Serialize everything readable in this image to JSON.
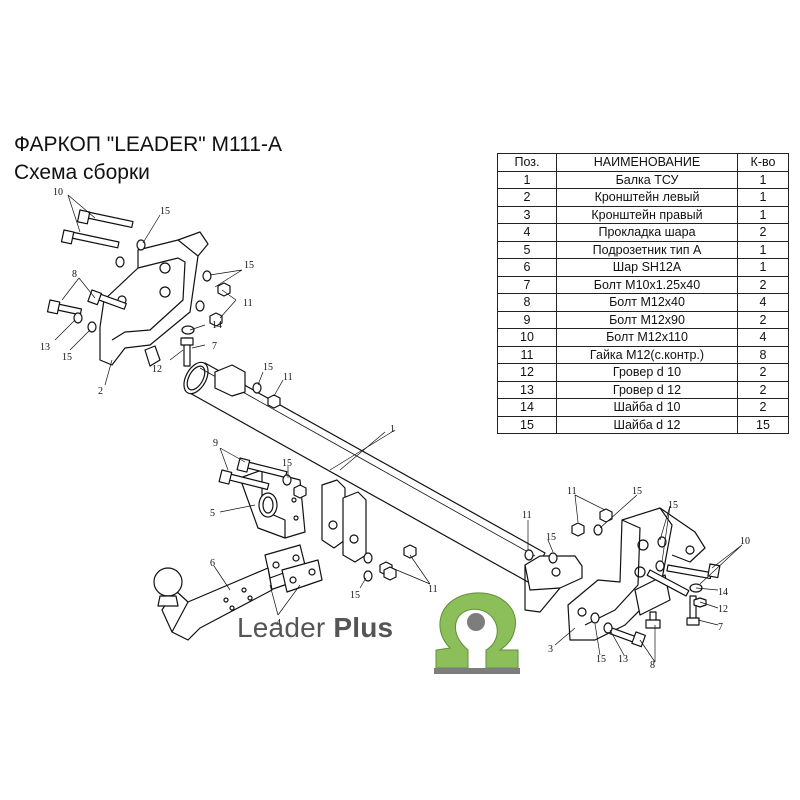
{
  "title": "ФАРКОП \"LEADER\" M111-A",
  "subtitle": "Схема сборки",
  "table": {
    "headers": {
      "pos": "Поз.",
      "name": "НАИМЕНОВАНИЕ",
      "qty": "К-во"
    },
    "rows": [
      {
        "pos": "1",
        "name": "Балка ТСУ",
        "qty": "1"
      },
      {
        "pos": "2",
        "name": "Кронштейн левый",
        "qty": "1"
      },
      {
        "pos": "3",
        "name": "Кронштейн правый",
        "qty": "1"
      },
      {
        "pos": "4",
        "name": "Прокладка шара",
        "qty": "2"
      },
      {
        "pos": "5",
        "name": "Подрозетник тип А",
        "qty": "1"
      },
      {
        "pos": "6",
        "name": "Шар SH12A",
        "qty": "1"
      },
      {
        "pos": "7",
        "name": "Болт М10х1.25х40",
        "qty": "2"
      },
      {
        "pos": "8",
        "name": "Болт М12х40",
        "qty": "4"
      },
      {
        "pos": "9",
        "name": "Болт М12х90",
        "qty": "2"
      },
      {
        "pos": "10",
        "name": "Болт М12х110",
        "qty": "4"
      },
      {
        "pos": "11",
        "name": "Гайка М12(с.контр.)",
        "qty": "8"
      },
      {
        "pos": "12",
        "name": "Гровер d 10",
        "qty": "2"
      },
      {
        "pos": "13",
        "name": "Гровер d 12",
        "qty": "2"
      },
      {
        "pos": "14",
        "name": "Шайба d 10",
        "qty": "2"
      },
      {
        "pos": "15",
        "name": "Шайба d 12",
        "qty": "15"
      }
    ]
  },
  "callouts": {
    "c1": "1",
    "c2": "2",
    "c3": "3",
    "c4": "4",
    "c5": "5",
    "c6": "6",
    "c7": "7",
    "c8": "8",
    "c9": "9",
    "c10": "10",
    "c11": "11",
    "c12": "12",
    "c13": "13",
    "c14": "14",
    "c15": "15"
  },
  "logo": {
    "text_regular": "Leader",
    "text_bold": "Plus"
  },
  "colors": {
    "logo_green": "#8cbf5a",
    "logo_gray": "#7d7d7d",
    "line": "#111111"
  }
}
